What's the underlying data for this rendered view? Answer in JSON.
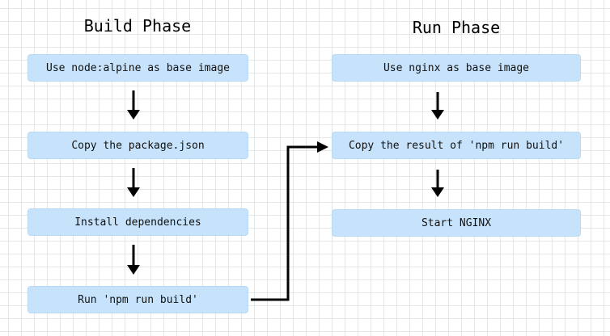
{
  "build_phase": {
    "title": "Build Phase",
    "steps": [
      "Use node:alpine as base image",
      "Copy the package.json",
      "Install dependencies",
      "Run 'npm run build'"
    ]
  },
  "run_phase": {
    "title": "Run Phase",
    "steps": [
      "Use nginx as base image",
      "Copy the result of 'npm run build'",
      "Start NGINX"
    ]
  },
  "colors": {
    "box_fill": "#c6e3fb",
    "box_border": "#b8daf5",
    "arrow": "#000000",
    "grid": "#e6e6e6"
  }
}
